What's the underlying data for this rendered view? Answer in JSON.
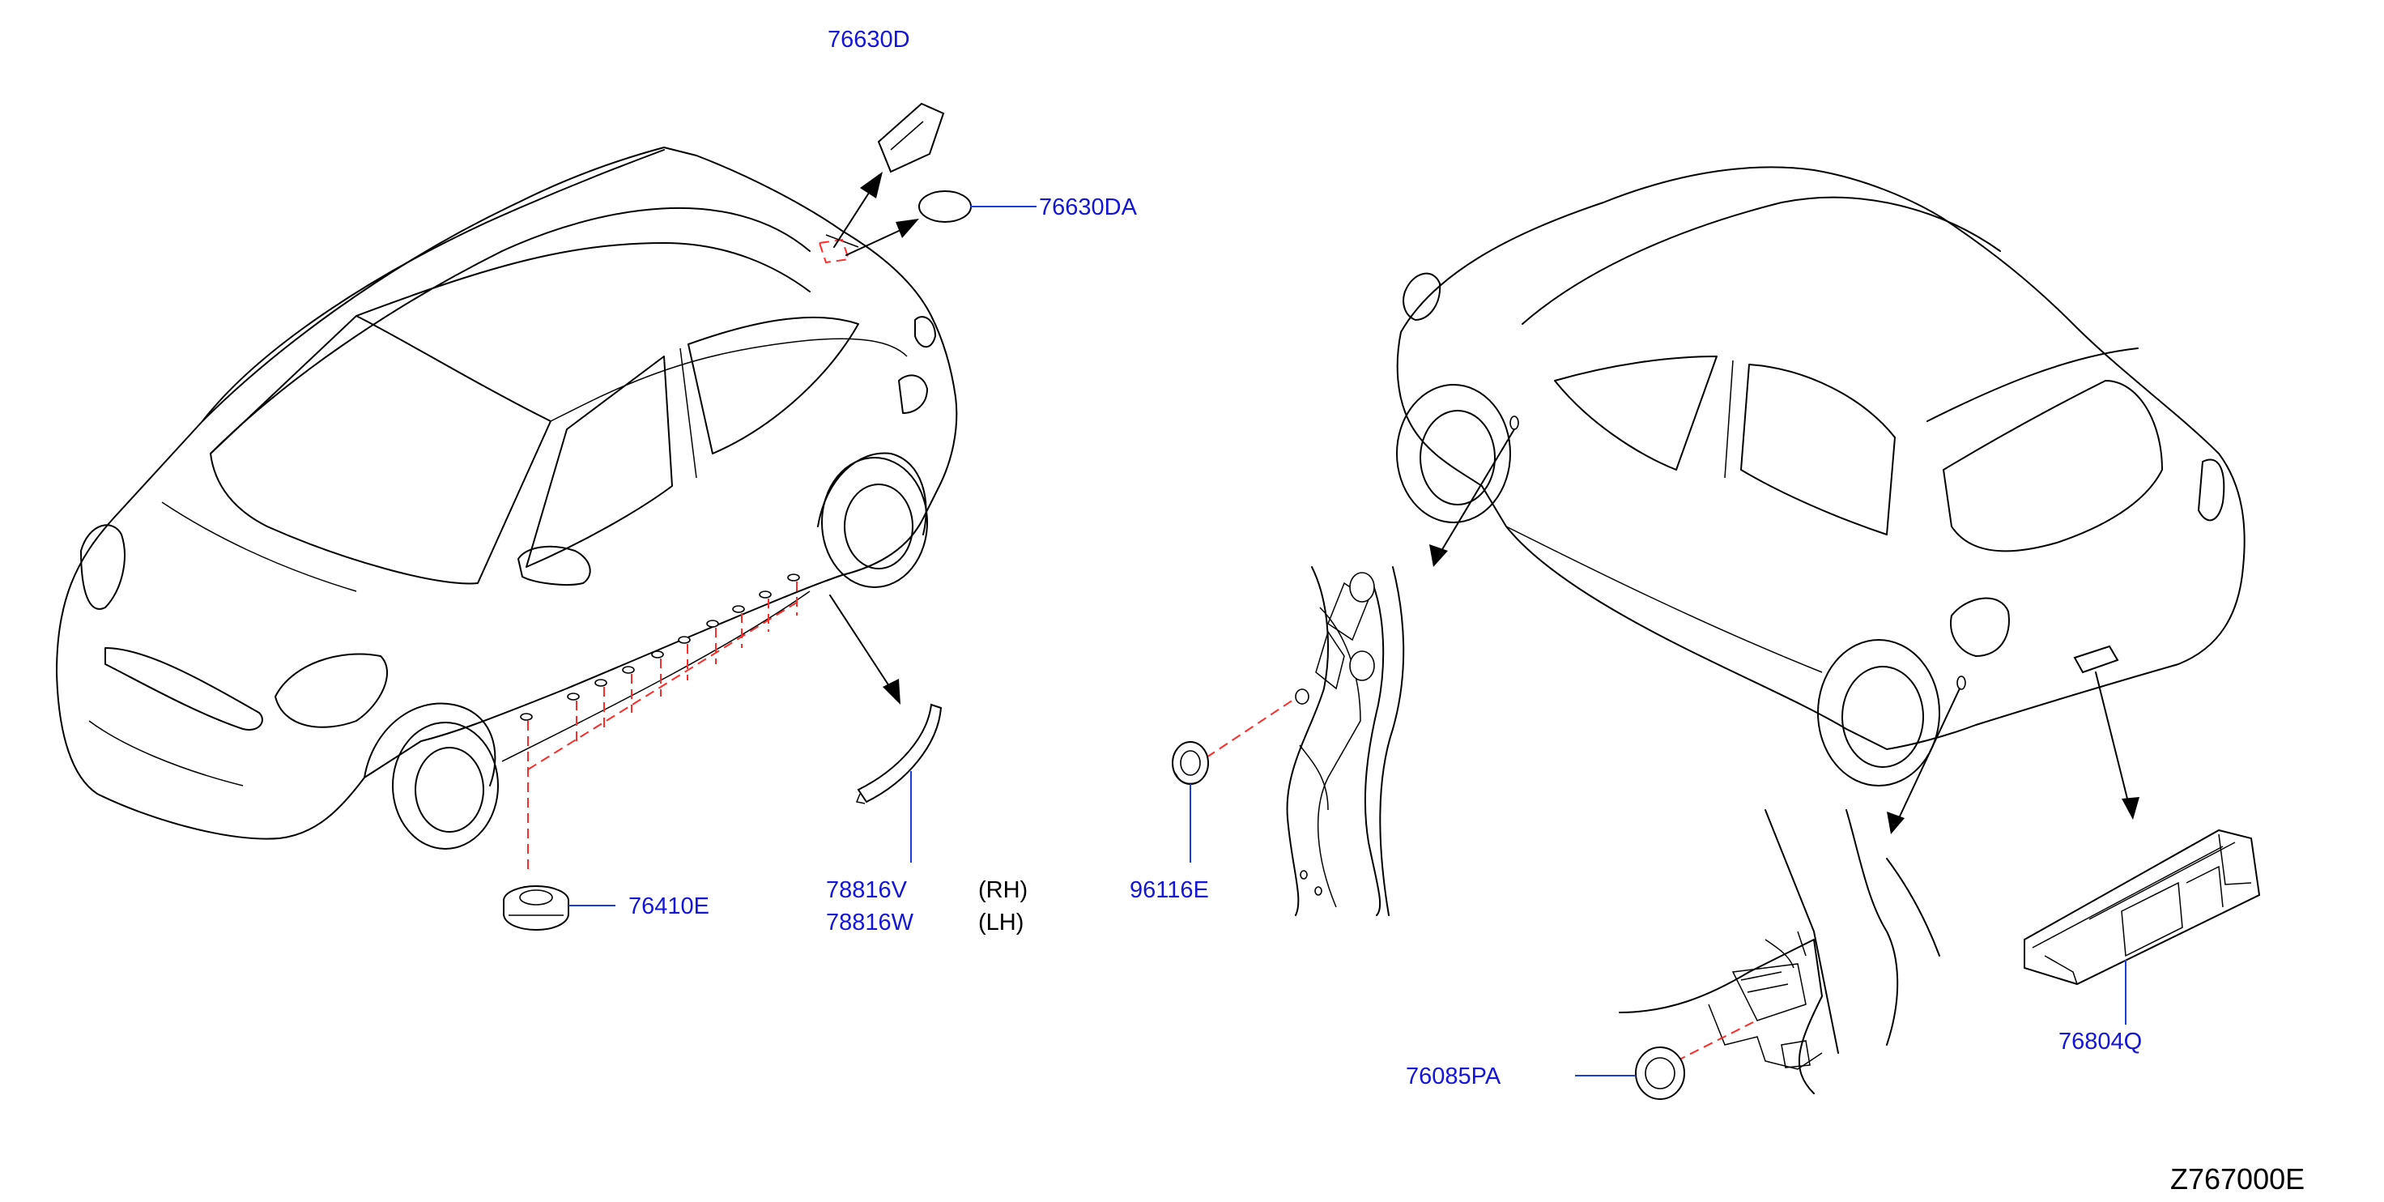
{
  "parts": {
    "p76630D": "76630D",
    "p76630DA": "76630DA",
    "p78816V": "78816V",
    "p78816W": "78816W",
    "rh": "(RH)",
    "lh": "(LH)",
    "p76410E": "76410E",
    "p96116E": "96116E",
    "p76085PA": "76085PA",
    "p76804Q": "76804Q"
  },
  "diagram_code": "Z767000E",
  "colors": {
    "part_number": "#1515d8",
    "leader_line": "#1a3fd6",
    "dashed_guide": "#ff2a2a",
    "outline": "#000000"
  }
}
